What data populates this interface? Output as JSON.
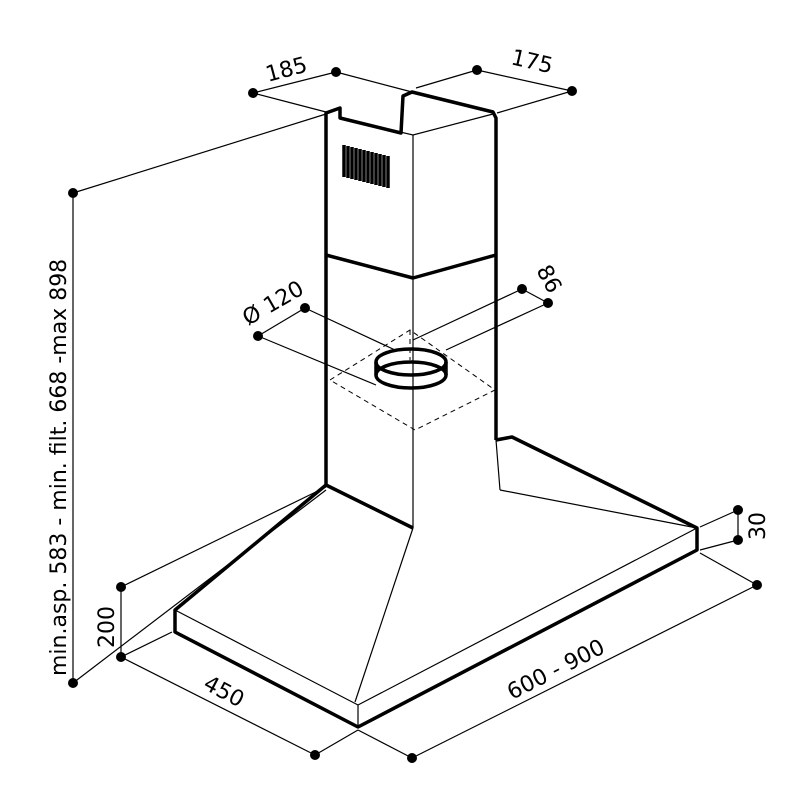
{
  "dimensions": {
    "chimney_depth": "185",
    "chimney_width": "175",
    "total_height": "min.asp. 583 - min. filt. 668 -max 898",
    "outlet_diameter": "Ø 120",
    "outlet_offset": "86",
    "canopy_height": "200",
    "hood_depth": "450",
    "hood_width": "600 - 900",
    "rim_height": "30"
  }
}
